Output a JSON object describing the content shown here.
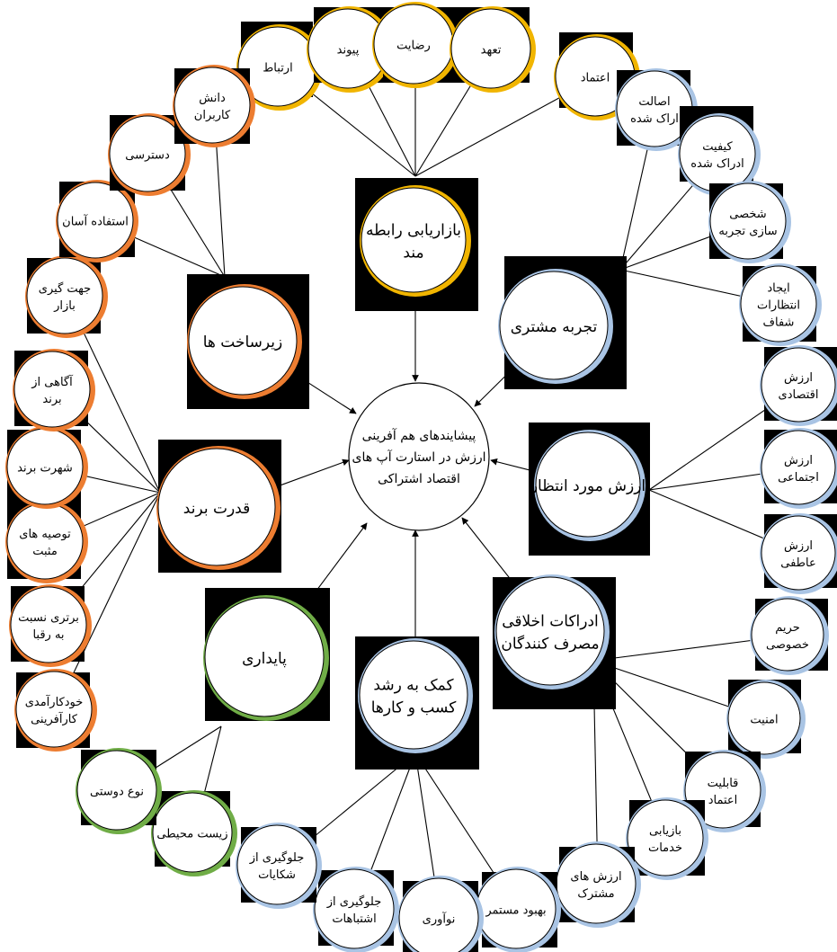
{
  "center": {
    "lines": [
      "پیشایندهای هم آفرینی",
      "ارزش در استارت آپ های",
      "اقتصاد اشتراکی"
    ]
  },
  "categories": [
    {
      "id": "rel",
      "color": "#f1b500",
      "lines": [
        "بازاریابی رابطه",
        "مند"
      ],
      "subs": [
        {
          "lines": [
            "ارتباط"
          ]
        },
        {
          "lines": [
            "پیوند"
          ]
        },
        {
          "lines": [
            "رضایت"
          ]
        },
        {
          "lines": [
            "تعهد"
          ]
        },
        {
          "lines": [
            "اعتماد"
          ]
        }
      ]
    },
    {
      "id": "exp",
      "color": "#a9c4e4",
      "lines": [
        "تجربه مشتری"
      ],
      "subs": [
        {
          "lines": [
            "اصالت",
            "اراک شده"
          ]
        },
        {
          "lines": [
            "کیفیت",
            "ادراک شده"
          ]
        },
        {
          "lines": [
            "شخصی",
            "سازی تجربه"
          ]
        },
        {
          "lines": [
            "ایجاد",
            "انتظارات",
            "شفاف"
          ]
        }
      ]
    },
    {
      "id": "val",
      "color": "#a9c4e4",
      "lines": [
        "ارزش مورد انتظار"
      ],
      "subs": [
        {
          "lines": [
            "ارزش",
            "اقتصادی"
          ]
        },
        {
          "lines": [
            "ارزش",
            "اجتماعی"
          ]
        },
        {
          "lines": [
            "ارزش",
            "عاطفی"
          ]
        }
      ]
    },
    {
      "id": "eth",
      "color": "#a9c4e4",
      "lines": [
        "ادراکات اخلاقی",
        "مصرف کنندگان"
      ],
      "subs": [
        {
          "lines": [
            "حریم",
            "خصوصی"
          ]
        },
        {
          "lines": [
            "امنیت"
          ]
        },
        {
          "lines": [
            "قابلیت",
            "اعتماد"
          ]
        },
        {
          "lines": [
            "بازیابی",
            "خدمات"
          ]
        },
        {
          "lines": [
            "ارزش های",
            "مشترک"
          ]
        }
      ]
    },
    {
      "id": "biz",
      "color": "#a9c4e4",
      "lines": [
        "کمک به رشد",
        "کسب و کارها"
      ],
      "subs": [
        {
          "lines": [
            "بهبود مستمر"
          ]
        },
        {
          "lines": [
            "نوآوری"
          ]
        },
        {
          "lines": [
            "جلوگیری از",
            "اشتباهات"
          ]
        },
        {
          "lines": [
            "جلوگیری از",
            "شکایات"
          ]
        }
      ]
    },
    {
      "id": "sus",
      "color": "#70ad47",
      "lines": [
        "پایداری"
      ],
      "subs": [
        {
          "lines": [
            "زیست محیطی"
          ]
        },
        {
          "lines": [
            "نوع دوستی"
          ]
        }
      ]
    },
    {
      "id": "brand",
      "color": "#ed7d31",
      "lines": [
        "قدرت برند"
      ],
      "subs": [
        {
          "lines": [
            "خودکارآمدی",
            "کارآفرینی"
          ]
        },
        {
          "lines": [
            "برتری نسبت",
            "به رقبا"
          ]
        },
        {
          "lines": [
            "توصیه های",
            "مثبت"
          ]
        },
        {
          "lines": [
            "شهرت برند"
          ]
        },
        {
          "lines": [
            "آگاهی از",
            "برند"
          ]
        },
        {
          "lines": [
            "جهت گیری",
            "بازار"
          ]
        }
      ]
    },
    {
      "id": "infra",
      "color": "#ed7d31",
      "lines": [
        "زیرساخت ها"
      ],
      "subs": [
        {
          "lines": [
            "استفاده آسان"
          ]
        },
        {
          "lines": [
            "دسترسی"
          ]
        },
        {
          "lines": [
            "دانش",
            "کاربران"
          ]
        }
      ]
    }
  ]
}
